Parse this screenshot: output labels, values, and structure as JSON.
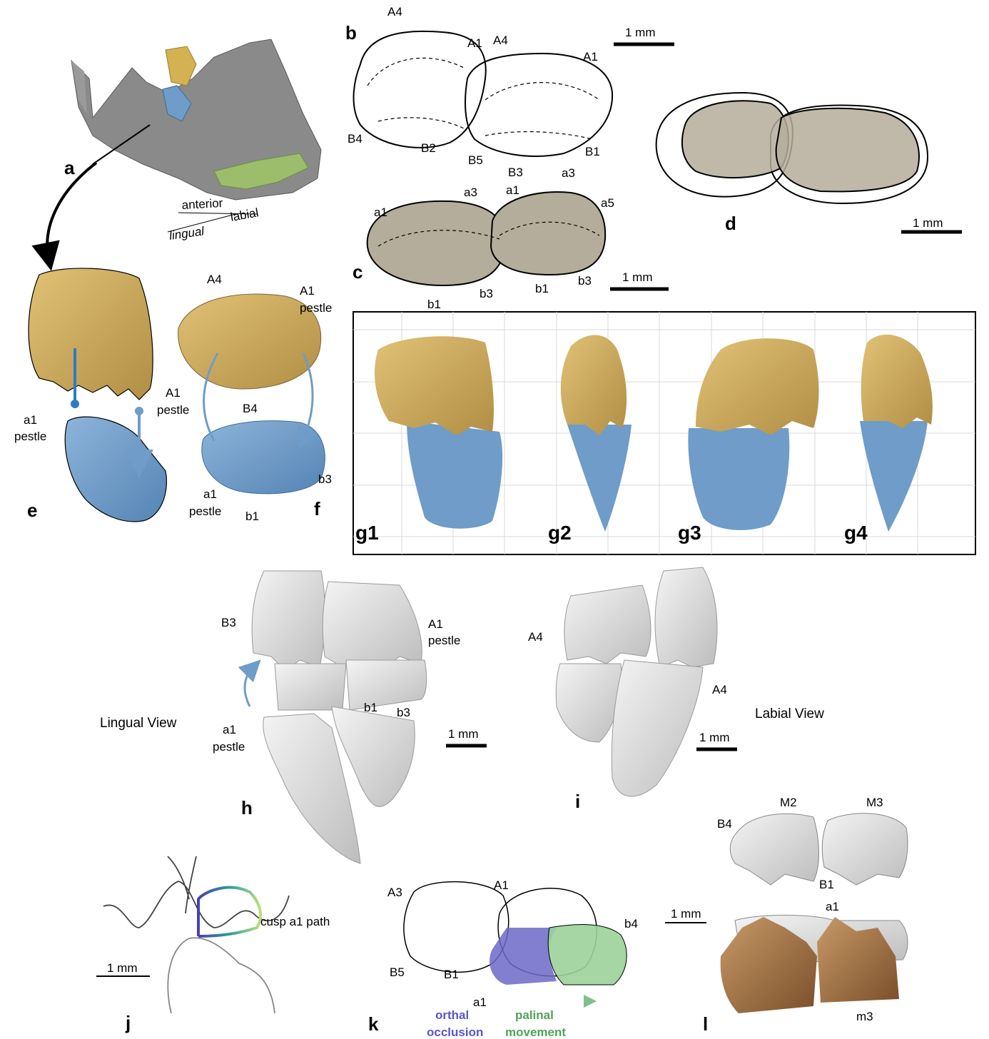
{
  "panels": {
    "a": "a",
    "b": "b",
    "c": "c",
    "d": "d",
    "e": "e",
    "f": "f",
    "g1": "g1",
    "g2": "g2",
    "g3": "g3",
    "g4": "g4",
    "h": "h",
    "i": "i",
    "j": "j",
    "k": "k",
    "l": "l"
  },
  "orientation": {
    "anterior": "anterior",
    "labial": "labial",
    "lingual": "lingual"
  },
  "scale_bar": "1 mm",
  "panel_b": {
    "cusps": [
      "A4",
      "A1",
      "A4",
      "A1",
      "B4",
      "B2",
      "B5",
      "B3",
      "B1"
    ]
  },
  "panel_c": {
    "cusps": [
      "a1",
      "a3",
      "a1",
      "a3",
      "a5",
      "b1",
      "b3",
      "b1",
      "b3"
    ]
  },
  "panel_e": {
    "upper": "A1",
    "upper2": "pestle",
    "lower": "a1",
    "lower2": "pestle"
  },
  "panel_f": {
    "a4": "A4",
    "a1": "A1",
    "a1p": "pestle",
    "b4": "B4",
    "la1": "a1",
    "la1p": "pestle",
    "b3": "b3",
    "b1": "b1"
  },
  "panel_h": {
    "b3": "B3",
    "a1": "A1",
    "a1p": "pestle",
    "la1": "a1",
    "la1p": "pestle",
    "lb1": "b1",
    "lb3": "b3",
    "view": "Lingual View"
  },
  "panel_i": {
    "a4": "A4",
    "a4b": "A4",
    "view": "Labial View"
  },
  "panel_j": {
    "path": "cusp a1 path"
  },
  "panel_k": {
    "a3": "A3",
    "a1": "A1",
    "b5": "B5",
    "b1": "B1",
    "la1": "a1",
    "b4": "b4",
    "orthal1": "orthal",
    "orthal2": "occlusion",
    "palinal1": "palinal",
    "palinal2": "movement"
  },
  "panel_l": {
    "m2": "M2",
    "m3": "M3",
    "b4": "B4",
    "b1": "B1",
    "a1": "a1",
    "lm3": "m3"
  },
  "colors": {
    "upper_tooth": "#c9a85a",
    "lower_tooth": "#6f9cc8",
    "skull": "#8a8a8a",
    "occlusal_gray": "#b5ad9b",
    "orthal": "#5a55c9",
    "palinal": "#7cc28a"
  }
}
